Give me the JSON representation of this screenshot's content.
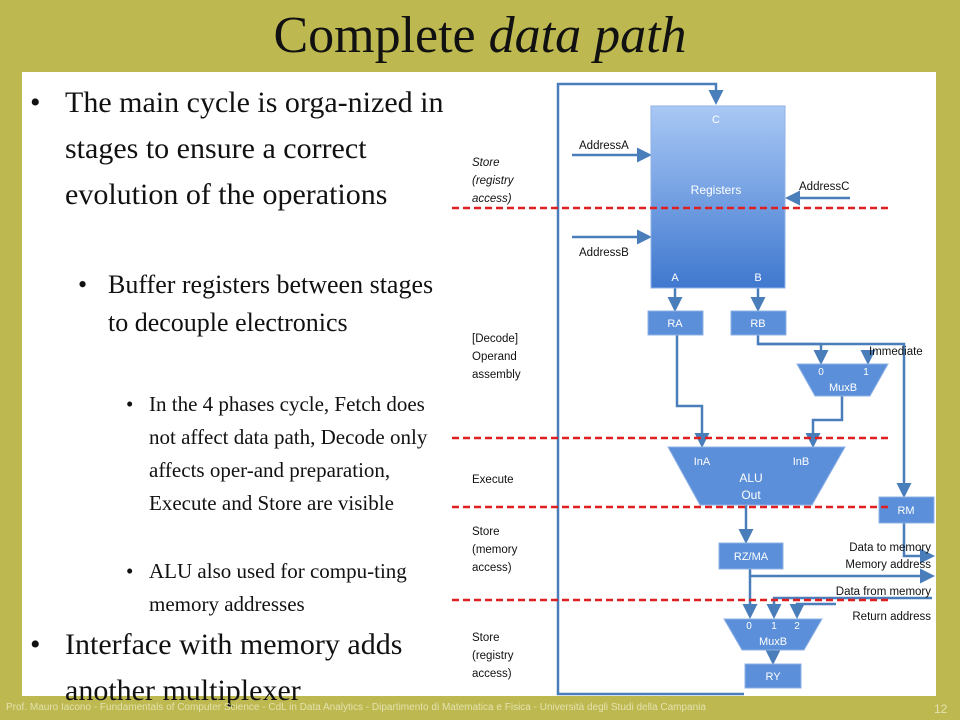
{
  "slide": {
    "title_main": "Complete ",
    "title_italic": "data path",
    "footer": "Prof. Mauro Iacono - Fundamentals of Computer Science - CdL in Data Analytics - Dipartimento di Matematica e Fisica - Università degli Studi della Campania",
    "page_number": "12"
  },
  "bullets": [
    {
      "level": 1,
      "text": "The main cycle is orga-nized in stages to ensure a correct evolution of the operations"
    },
    {
      "level": 2,
      "text": "Buffer registers between stages to decouple electronics"
    },
    {
      "level": 3,
      "text": "In the 4 phases cycle, Fetch does not affect data path, Decode only affects oper-and preparation, Execute and Store are visible"
    },
    {
      "level": 3,
      "text": "ALU also used for compu-ting memory addresses"
    },
    {
      "level": 1,
      "text": "Interface with memory adds another multiplexer"
    }
  ],
  "diagram": {
    "stage_store_regs": [
      "Store",
      "(registry",
      "access)"
    ],
    "stage_decode": [
      "[Decode]",
      "Operand",
      "assembly"
    ],
    "stage_execute": "Execute",
    "stage_store_mem": [
      "Store",
      "(memory",
      "access)"
    ],
    "stage_store_regs2": [
      "Store",
      "(registry",
      "access)"
    ],
    "registers_label": "Registers",
    "reg_port_c": "C",
    "reg_port_a": "A",
    "reg_port_b": "B",
    "address_a": "AddressA",
    "address_b": "AddressB",
    "address_c": "AddressC",
    "ra": "RA",
    "rb": "RB",
    "immediate": "Immediate",
    "muxb_top_label": "MuxB",
    "muxb_top_in0": "0",
    "muxb_top_in1": "1",
    "alu_ina": "InA",
    "alu_inb": "InB",
    "alu_label": "ALU",
    "alu_out": "Out",
    "rm": "RM",
    "rzma": "RZ/MA",
    "data_to_memory": "Data to memory",
    "memory_address": "Memory address",
    "data_from_memory": "Data from memory",
    "return_address": "Return address",
    "muxb_bottom_label": "MuxB",
    "muxb_bottom_in0": "0",
    "muxb_bottom_in1": "1",
    "muxb_bottom_in2": "2",
    "ry": "RY",
    "colors": {
      "wire": "#4a7ebb",
      "box_fill": "#5b8fd9",
      "stage_line": "#e02020",
      "background": "#bdb84f"
    }
  }
}
